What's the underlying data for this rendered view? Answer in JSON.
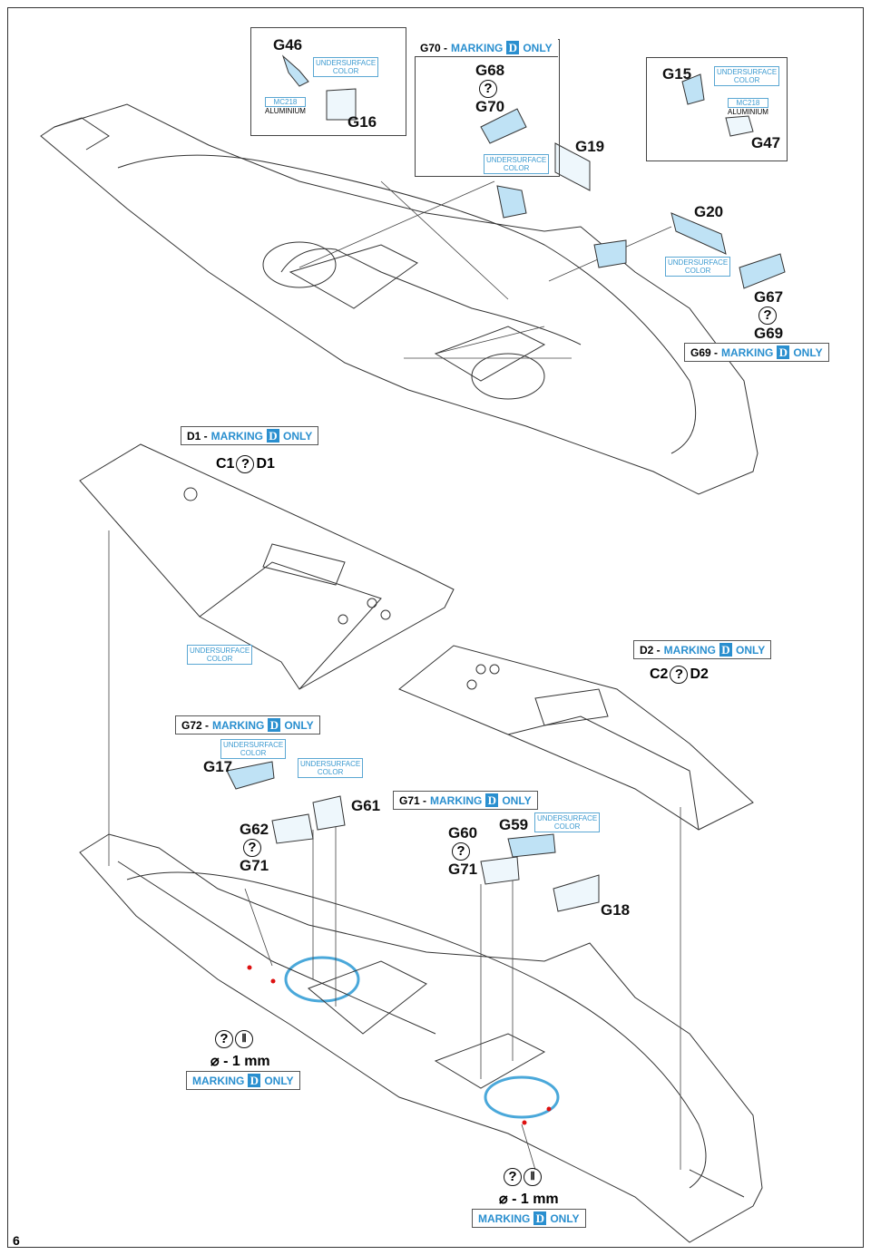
{
  "page_number": "6",
  "colors": {
    "accent_blue": "#2a8fcf",
    "part_blue": "#5ab3e0",
    "line": "#333333"
  },
  "insets": {
    "g46_box": {
      "g46": "G46",
      "g16": "G16",
      "undersurface": [
        "UNDERSURFACE",
        "COLOR"
      ],
      "paint_code": "MC218",
      "paint_name": "ALUMINIUM"
    },
    "g70_box": {
      "header": {
        "prefix": "G70 - ",
        "marking": "MARKING",
        "letter": "D",
        "suffix": "ONLY"
      },
      "g68": "G68",
      "g70": "G70",
      "g19": "G19",
      "undersurface": [
        "UNDERSURFACE",
        "COLOR"
      ]
    },
    "g15_box": {
      "g15": "G15",
      "g47": "G47",
      "undersurface": [
        "UNDERSURFACE",
        "COLOR"
      ],
      "paint_code": "MC218",
      "paint_name": "ALUMINIUM"
    }
  },
  "top_callouts": {
    "g20": "G20",
    "undersurface": [
      "UNDERSURFACE",
      "COLOR"
    ],
    "g67": "G67",
    "g69": "G69",
    "g69_marking": {
      "prefix": "G69 - ",
      "marking": "MARKING",
      "letter": "D",
      "suffix": "ONLY"
    }
  },
  "wing_left": {
    "marking": {
      "prefix": "D1 - ",
      "marking": "MARKING",
      "letter": "D",
      "suffix": "ONLY"
    },
    "choice": {
      "a": "C1",
      "b": "D1"
    },
    "undersurface": [
      "UNDERSURFACE",
      "COLOR"
    ]
  },
  "wing_right": {
    "marking": {
      "prefix": "D2 - ",
      "marking": "MARKING",
      "letter": "D",
      "suffix": "ONLY"
    },
    "choice": {
      "a": "C2",
      "b": "D2"
    }
  },
  "lower_callouts": {
    "g72_marking": {
      "prefix": "G72 - ",
      "marking": "MARKING",
      "letter": "D",
      "suffix": "ONLY"
    },
    "undersurface_a": [
      "UNDERSURFACE",
      "COLOR"
    ],
    "undersurface_b": [
      "UNDERSURFACE",
      "COLOR"
    ],
    "undersurface_c": [
      "UNDERSURFACE",
      "COLOR"
    ],
    "g17": "G17",
    "g61": "G61",
    "g62": "G62",
    "g71a": "G71",
    "g71_marking": {
      "prefix": "G71 - ",
      "marking": "MARKING",
      "letter": "D",
      "suffix": "ONLY"
    },
    "g60": "G60",
    "g59": "G59",
    "g71b": "G71",
    "g18": "G18"
  },
  "drill_left": {
    "size": "⌀ - 1 mm",
    "marking": {
      "marking": "MARKING",
      "letter": "D",
      "suffix": "ONLY"
    }
  },
  "drill_right": {
    "size": "⌀ - 1 mm",
    "marking": {
      "marking": "MARKING",
      "letter": "D",
      "suffix": "ONLY"
    }
  }
}
